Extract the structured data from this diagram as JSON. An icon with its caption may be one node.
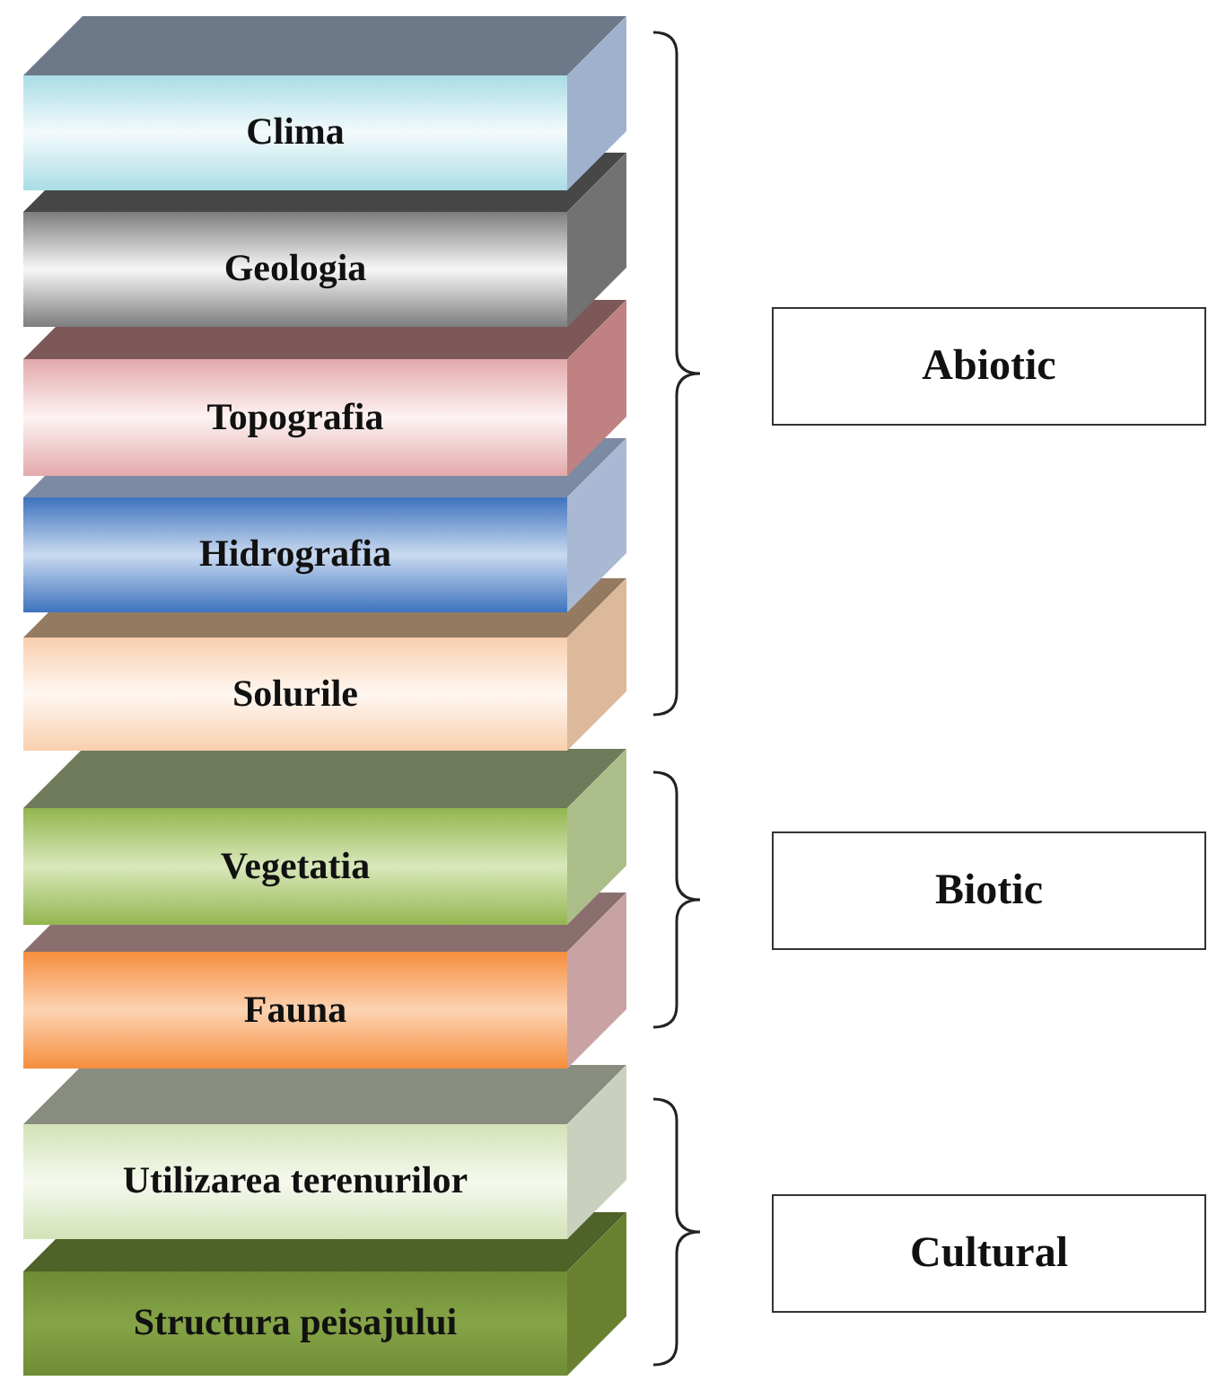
{
  "diagram": {
    "nodes": [
      {
        "text": [
          "Clima"
        ]
      },
      {
        "text": [
          "Geologia"
        ]
      },
      {
        "text": [
          "Topografia"
        ]
      },
      {
        "text": [
          "Hidrografia"
        ]
      },
      {
        "text": [
          "Solurile"
        ]
      },
      {
        "text": [
          "Vegetatia"
        ]
      },
      {
        "text": [
          "Fauna"
        ]
      },
      {
        "text": [
          "Utilizarea terenurilor"
        ]
      },
      {
        "text": [
          "Structura peisajului"
        ]
      },
      {
        "text": [
          "Abiotic"
        ]
      },
      {
        "text": [
          "Biotic"
        ]
      },
      {
        "text": [
          "Cultural"
        ]
      }
    ]
  }
}
